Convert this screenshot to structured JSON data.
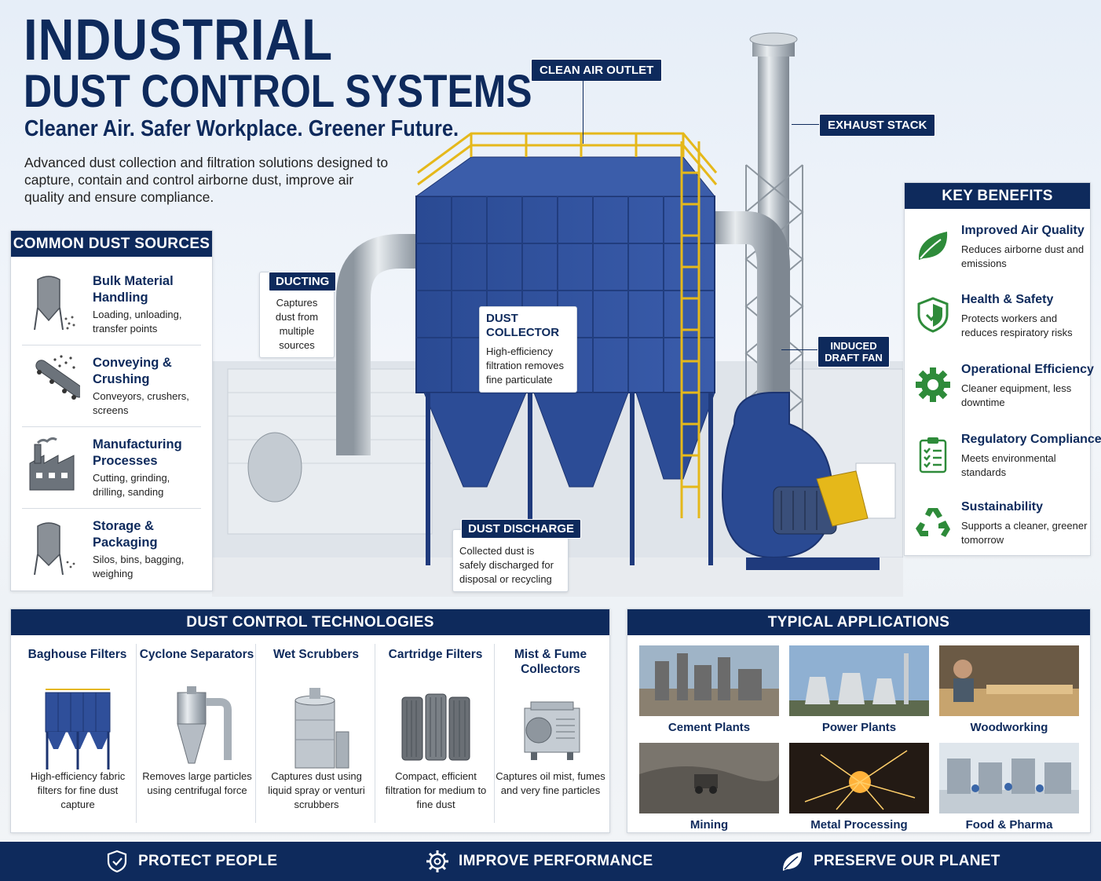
{
  "header": {
    "title_line1": "INDUSTRIAL",
    "title_line2": "DUST CONTROL SYSTEMS",
    "tagline": "Cleaner Air. Safer Workplace. Greener Future.",
    "intro": "Advanced dust collection and filtration solutions designed to capture, contain and control airborne dust, improve air quality and ensure compliance."
  },
  "diagram": {
    "clean_air_outlet": "CLEAN AIR OUTLET",
    "exhaust_stack": "EXHAUST STACK",
    "ducting_label": "DUCTING",
    "ducting_desc": "Captures dust from multiple sources",
    "collector_label": "DUST COLLECTOR",
    "collector_desc": "High-efficiency filtration removes fine particulate",
    "fan_label": "INDUCED DRAFT FAN",
    "discharge_label": "DUST DISCHARGE",
    "discharge_desc": "Collected dust is safely discharged for disposal or recycling"
  },
  "sources": {
    "heading": "COMMON DUST SOURCES",
    "items": [
      {
        "title": "Bulk Material Handling",
        "desc": "Loading, unloading, transfer points",
        "icon": "silo-icon"
      },
      {
        "title": "Conveying & Crushing",
        "desc": "Conveyors, crushers, screens",
        "icon": "conveyor-icon"
      },
      {
        "title": "Manufacturing Processes",
        "desc": "Cutting, grinding, drilling, sanding",
        "icon": "factory-icon"
      },
      {
        "title": "Storage & Packaging",
        "desc": "Silos, bins, bagging, weighing",
        "icon": "storage-silo-icon"
      }
    ]
  },
  "benefits": {
    "heading": "KEY BENEFITS",
    "items": [
      {
        "title": "Improved Air Quality",
        "desc": "Reduces airborne dust and emissions",
        "icon": "leaf-icon"
      },
      {
        "title": "Health & Safety",
        "desc": "Protects workers and reduces respiratory risks",
        "icon": "shield-icon"
      },
      {
        "title": "Operational Efficiency",
        "desc": "Cleaner equipment, less downtime",
        "icon": "gear-icon"
      },
      {
        "title": "Regulatory Compliance",
        "desc": "Meets environmental standards",
        "icon": "clipboard-icon"
      },
      {
        "title": "Sustainability",
        "desc": "Supports a cleaner, greener tomorrow",
        "icon": "recycle-icon"
      }
    ]
  },
  "technologies": {
    "heading": "DUST CONTROL TECHNOLOGIES",
    "items": [
      {
        "title": "Baghouse Filters",
        "desc": "High-efficiency fabric filters for fine dust capture"
      },
      {
        "title": "Cyclone Separators",
        "desc": "Removes large particles using centrifugal force"
      },
      {
        "title": "Wet Scrubbers",
        "desc": "Captures dust using liquid spray or venturi scrubbers"
      },
      {
        "title": "Cartridge Filters",
        "desc": "Compact, efficient filtration for medium to fine dust"
      },
      {
        "title": "Mist & Fume Collectors",
        "desc": "Captures oil mist, fumes and very fine particles"
      }
    ]
  },
  "applications": {
    "heading": "TYPICAL APPLICATIONS",
    "items": [
      "Cement Plants",
      "Power Plants",
      "Woodworking",
      "Mining",
      "Metal Processing",
      "Food & Pharma"
    ]
  },
  "footer": {
    "items": [
      {
        "label": "PROTECT PEOPLE",
        "icon": "shield-check-icon"
      },
      {
        "label": "IMPROVE PERFORMANCE",
        "icon": "gear-icon"
      },
      {
        "label": "PRESERVE OUR PLANET",
        "icon": "leaf-icon"
      }
    ]
  },
  "colors": {
    "navy": "#0e2a5c",
    "equipment_blue": "#2f4f9a",
    "steel": "#b9c1cb",
    "safety_yellow": "#e5b81a",
    "green": "#2e8b3a"
  }
}
